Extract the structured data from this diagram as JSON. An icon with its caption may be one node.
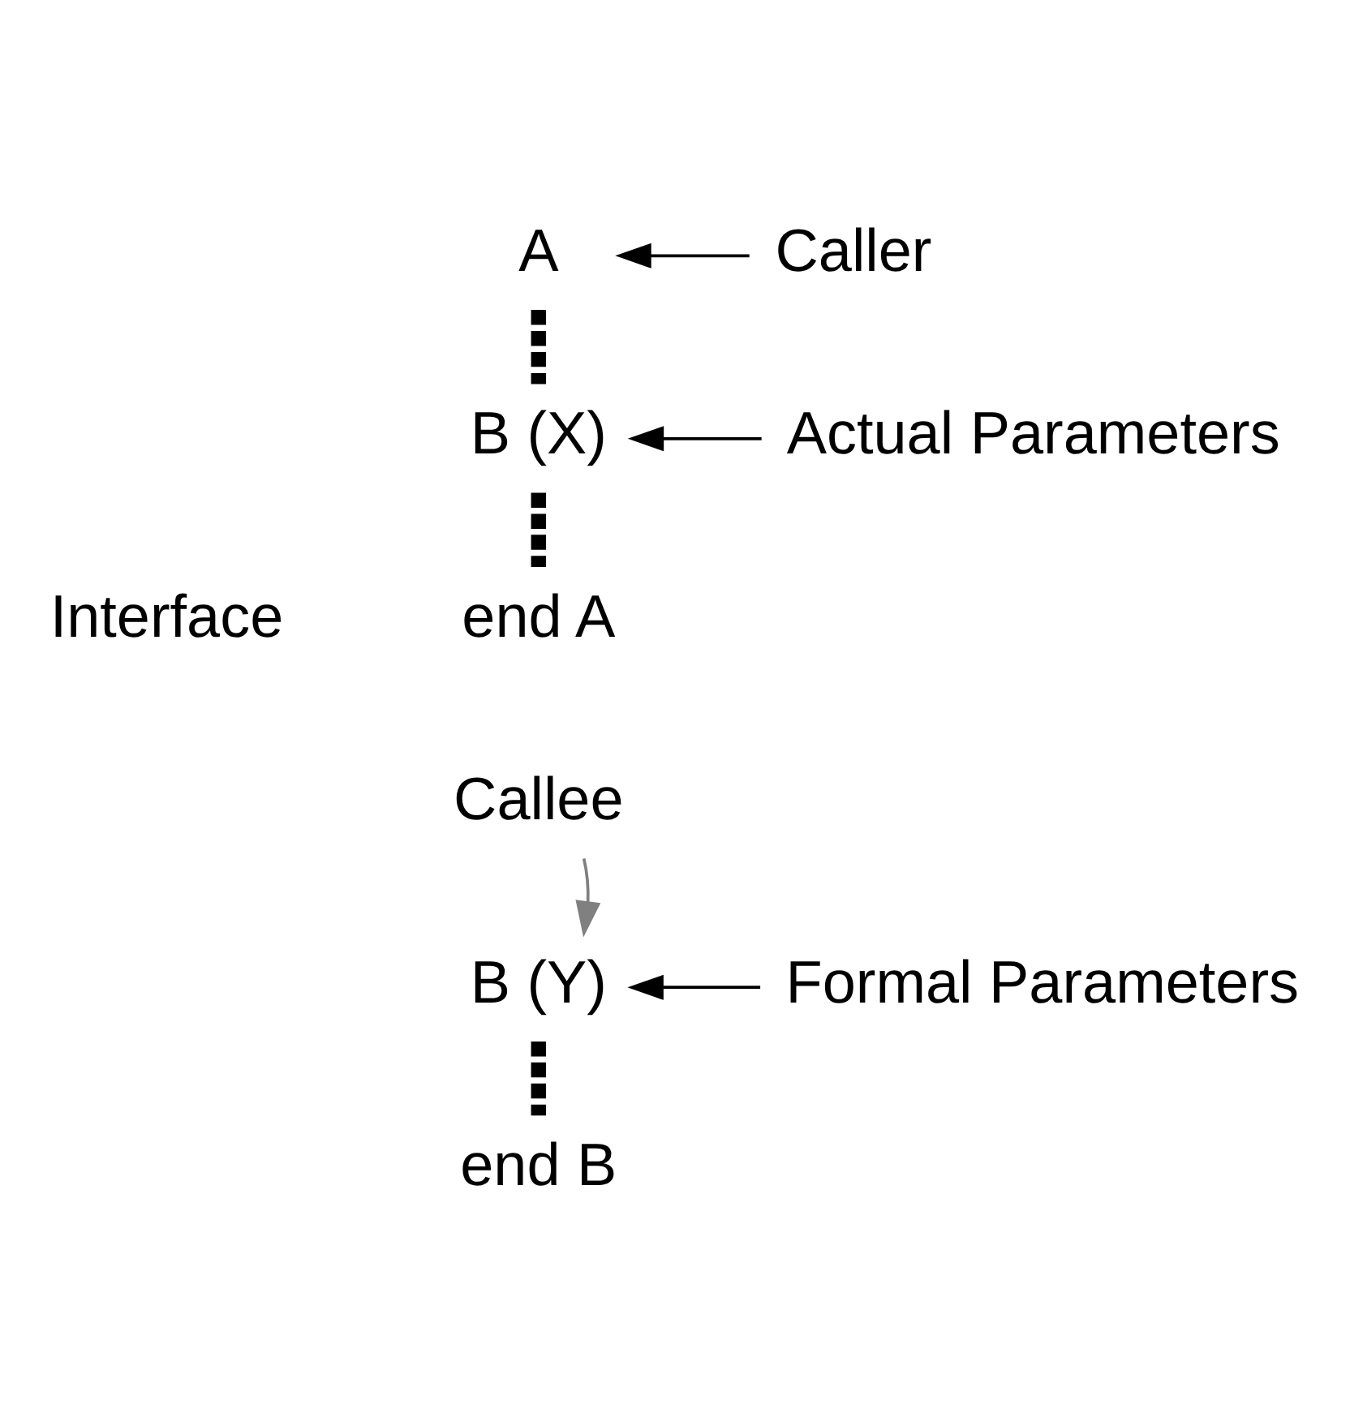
{
  "diagram": {
    "nodes": [
      {
        "text": [
          "A"
        ]
      },
      {
        "text": [
          "Caller"
        ]
      },
      {
        "text": [
          "B (X)"
        ]
      },
      {
        "text": [
          "Actual Parameters"
        ]
      },
      {
        "text": [
          "end A"
        ]
      },
      {
        "text": [
          "Callee"
        ]
      },
      {
        "text": [
          "B (Y)"
        ]
      },
      {
        "text": [
          "Formal Parameters"
        ]
      },
      {
        "text": [
          "end B"
        ]
      }
    ],
    "edges": [
      {
        "from": 1,
        "to": 0,
        "arrow": "to"
      },
      {
        "from": 0,
        "to": 2,
        "arrow": "none",
        "style": "dashed"
      },
      {
        "from": 3,
        "to": 2,
        "arrow": "to"
      },
      {
        "from": 2,
        "to": 4,
        "arrow": "none",
        "style": "dashed"
      },
      {
        "from": 5,
        "to": 6,
        "arrow": "to",
        "color": "#808080"
      },
      {
        "from": 7,
        "to": 6,
        "arrow": "to"
      },
      {
        "from": 6,
        "to": 8,
        "arrow": "none",
        "style": "dashed"
      }
    ],
    "labels": [
      "Interface"
    ]
  }
}
